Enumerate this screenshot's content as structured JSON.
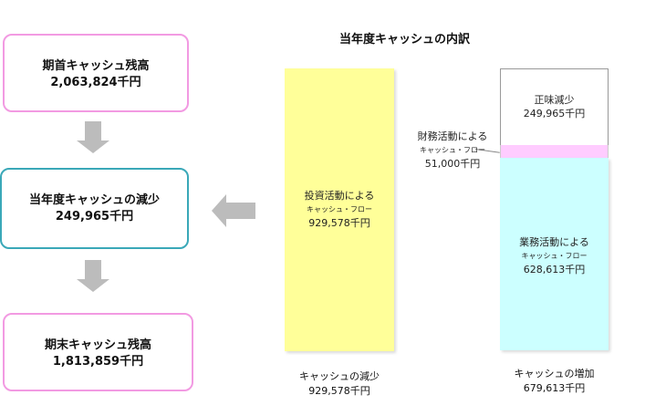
{
  "left_flow": {
    "opening": {
      "title": "期首キャッシュ残高",
      "value": "2,063,824千円"
    },
    "change": {
      "title": "当年度キャッシュの減少",
      "value": "249,965千円"
    },
    "closing": {
      "title": "期末キャッシュ残高",
      "value": "1,813,859千円"
    }
  },
  "chart_title": "当年度キャッシュの内訳",
  "colors": {
    "invest": "#ffff99",
    "financing": "#ffccff",
    "operating": "#ccffff",
    "net_decrease": "#ffffff",
    "box_pink": "#f29ae2",
    "box_teal": "#3aa8b8",
    "arrow": "#bcbcbc"
  },
  "bars": {
    "investing": {
      "label": "投資活動による",
      "sub": "キャッシュ・フロー",
      "value": "929,578千円"
    },
    "net_decrease": {
      "label": "正味減少",
      "value": "249,965千円"
    },
    "financing": {
      "label": "財務活動による",
      "sub": "キャッシュ・フロー",
      "value": "51,000千円"
    },
    "operating": {
      "label": "業務活動による",
      "sub": "キャッシュ・フロー",
      "value": "628,613千円"
    }
  },
  "columns": {
    "decrease": {
      "label": "キャッシュの減少",
      "value": "929,578千円"
    },
    "increase": {
      "label": "キャッシュの増加",
      "value": "679,613千円"
    }
  }
}
